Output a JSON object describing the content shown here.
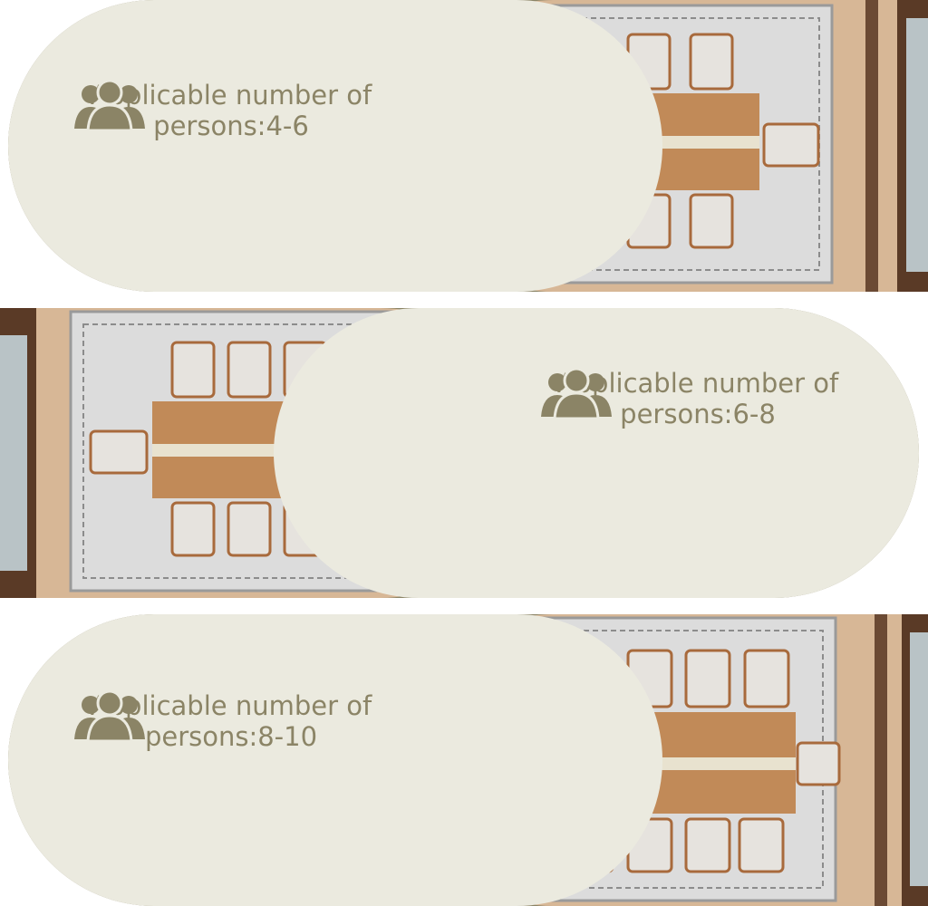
{
  "colors": {
    "pill": "#ebeadf",
    "accent": "#8b8466",
    "floor": "#d7b796",
    "rug": "#dcdcdc",
    "table": "#c18a58",
    "chair": "#e6e3de",
    "wall": "#5a3a26"
  },
  "icon": "people-group-icon",
  "panels": [
    {
      "line1": "Applicable number of",
      "line2": "persons:4-6",
      "seats_per_side": 2
    },
    {
      "line1": "Applicable number of",
      "line2": "persons:6-8",
      "seats_per_side": 3
    },
    {
      "line1": "Applicable number of",
      "line2": "persons:8-10",
      "seats_per_side": 4
    }
  ]
}
